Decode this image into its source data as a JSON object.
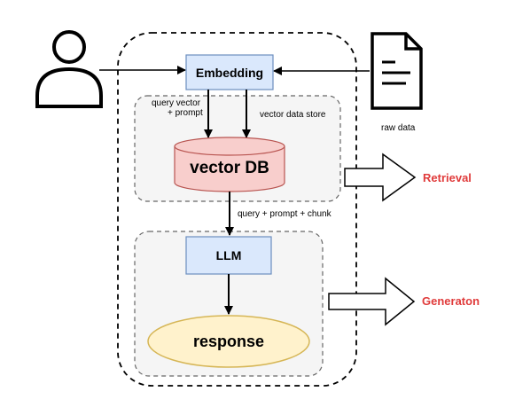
{
  "nodes": {
    "embedding": "Embedding",
    "vector_db": "vector DB",
    "llm": "LLM",
    "response": "response"
  },
  "edge_labels": {
    "query_vector_line1": "query vector",
    "query_vector_line2": "+ prompt",
    "vector_data_store": "vector data store",
    "query_prompt_chunk": "query + prompt + chunk"
  },
  "source_labels": {
    "raw_data": "raw data"
  },
  "stages": {
    "retrieval": "Retrieval",
    "generation": "Generaton"
  },
  "icons": [
    "user-icon",
    "document-icon"
  ],
  "colors": {
    "embedding_fill": "#dae8fc",
    "embedding_stroke": "#6c8ebf",
    "db_fill": "#f8cecc",
    "db_stroke": "#b85450",
    "llm_fill": "#dae8fc",
    "response_fill": "#fff2cc",
    "response_stroke": "#d6b656",
    "group_fill": "#f5f5f5",
    "stage_label": "#e03b3b"
  }
}
